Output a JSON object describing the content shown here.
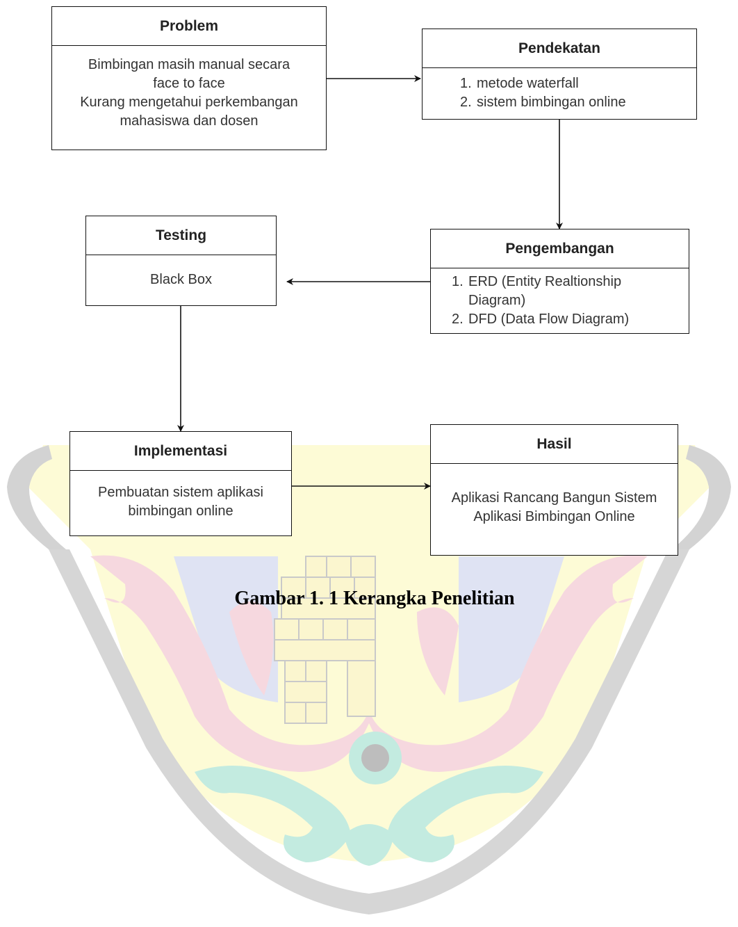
{
  "boxes": {
    "problem": {
      "title": "Problem",
      "lines": [
        "Bimbingan masih manual secara",
        "face to face",
        "Kurang mengetahui perkembangan",
        "mahasiswa dan dosen"
      ]
    },
    "pendekatan": {
      "title": "Pendekatan",
      "items": [
        {
          "number": "1.",
          "text": "metode waterfall"
        },
        {
          "number": "2.",
          "text": "sistem bimbingan online"
        }
      ]
    },
    "pengembangan": {
      "title": "Pengembangan",
      "items": [
        {
          "number": "1.",
          "text": "ERD (Entity Realtionship",
          "continuation": "Diagram)"
        },
        {
          "number": "2.",
          "text": "DFD (Data Flow Diagram)"
        }
      ]
    },
    "testing": {
      "title": "Testing",
      "lines": [
        "Black Box"
      ]
    },
    "implementasi": {
      "title": "Implementasi",
      "lines": [
        "Pembuatan sistem aplikasi",
        "bimbingan online"
      ]
    },
    "hasil": {
      "title": "Hasil",
      "lines": [
        "Aplikasi Rancang Bangun Sistem",
        "Aplikasi Bimbingan Online"
      ]
    }
  },
  "flow": [
    {
      "from": "problem",
      "to": "pendekatan"
    },
    {
      "from": "pendekatan",
      "to": "pengembangan"
    },
    {
      "from": "pengembangan",
      "to": "testing"
    },
    {
      "from": "testing",
      "to": "implementasi"
    },
    {
      "from": "implementasi",
      "to": "hasil"
    }
  ],
  "caption": "Gambar 1. 1 Kerangka Penelitian",
  "colors": {
    "border": "#111111",
    "arrow": "#111111",
    "watermark_gray": "#c9c9c9",
    "watermark_yellow": "#fdfbd6",
    "watermark_red": "#f6d8df",
    "watermark_blue": "#dfe3f3",
    "watermark_teal": "#c3ebe0"
  },
  "watermark": "university-emblem"
}
